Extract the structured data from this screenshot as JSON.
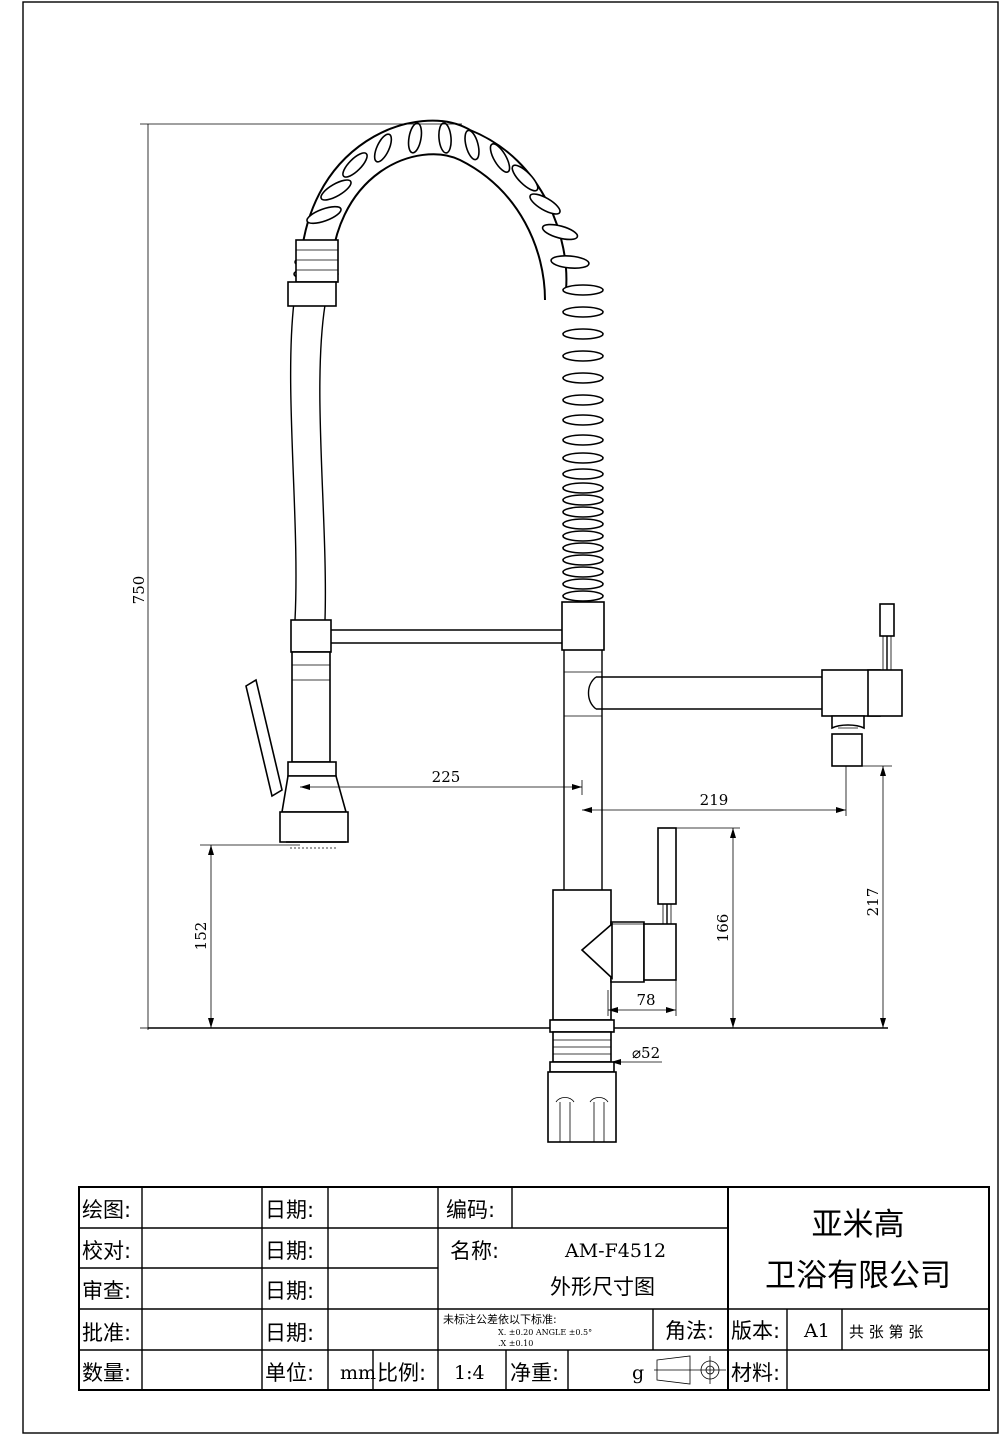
{
  "dimensions": {
    "overall_height": "750",
    "spray_offset": "225",
    "pot_filler_offset": "219",
    "spray_height": "152",
    "handle_height": "166",
    "pot_filler_height": "217",
    "handle_offset": "78",
    "thread_diameter": "⌀52"
  },
  "title_block": {
    "drawn_label": "绘图:",
    "checked_label": "校对:",
    "reviewed_label": "审查:",
    "approved_label": "批准:",
    "quantity_label": "数量:",
    "date_label_1": "日期:",
    "date_label_2": "日期:",
    "date_label_3": "日期:",
    "date_label_4": "日期:",
    "unit_label": "单位:",
    "unit_value": "mm",
    "scale_label": "比例:",
    "scale_value": "1:4",
    "code_label": "编码:",
    "name_label": "名称:",
    "model": "AM-F4512",
    "drawing_title": "外形尺寸图",
    "tolerance_title": "未标注公差依以下标准:",
    "tolerance_line1": "X.      ±0.20   ANGLE  ±0.5°",
    "tolerance_line2": ".X      ±0.10",
    "projection_label": "角法:",
    "version_label": "版本:",
    "version_value": "A1",
    "sheets_text": "共    张  第    张",
    "net_weight_label": "净重:",
    "weight_unit": "g",
    "material_label": "材料:",
    "company_line1": "亚米高",
    "company_line2": "卫浴有限公司"
  }
}
